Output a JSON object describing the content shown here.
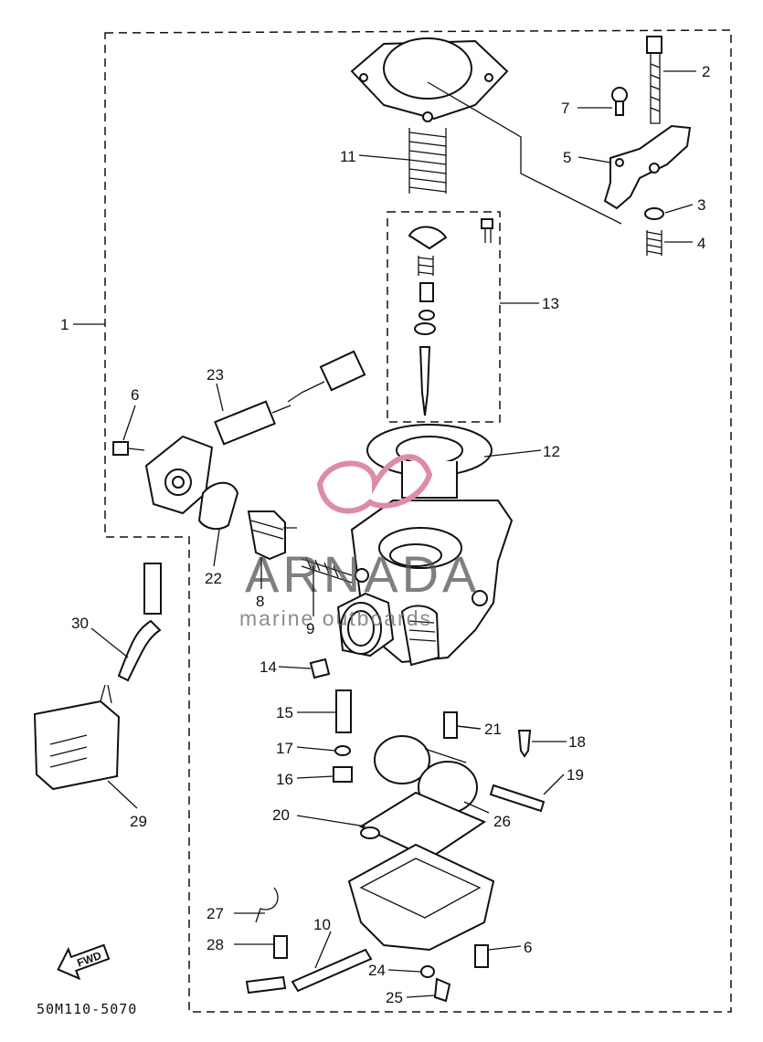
{
  "diagram_code": "50M110-5070",
  "fwd_label": "FWD",
  "watermark": {
    "brand": "ARNADA",
    "tagline": "marine outboards"
  },
  "callouts": {
    "c1": "1",
    "c2": "2",
    "c3": "3",
    "c4": "4",
    "c5": "5",
    "c6a": "6",
    "c6b": "6",
    "c7": "7",
    "c8": "8",
    "c9": "9",
    "c10": "10",
    "c11": "11",
    "c12": "12",
    "c13": "13",
    "c14": "14",
    "c15": "15",
    "c16": "16",
    "c17": "17",
    "c18": "18",
    "c19": "19",
    "c20": "20",
    "c21": "21",
    "c22": "22",
    "c23": "23",
    "c24": "24",
    "c25": "25",
    "c26": "26",
    "c27": "27",
    "c28": "28",
    "c29": "29",
    "c30": "30"
  }
}
